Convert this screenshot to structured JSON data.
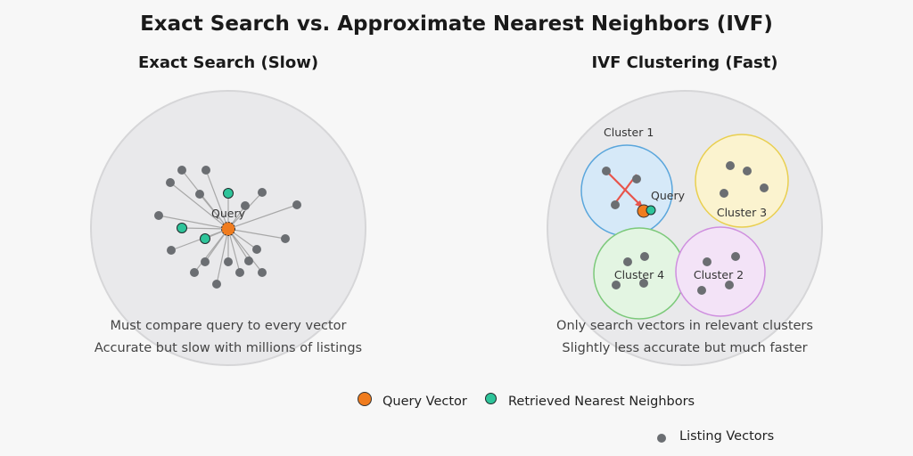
{
  "title": "Exact Search vs. Approximate Nearest Neighbors (IVF)",
  "left_panel": {
    "title": "Exact Search (Slow)",
    "query_label": "Query",
    "description": [
      "Must compare query to every vector",
      "Accurate but slow with millions of listings"
    ]
  },
  "right_panel": {
    "title": "IVF Clustering (Fast)",
    "query_label": "Query",
    "clusters": [
      {
        "label": "Cluster 1",
        "fill": "#d6e9f8",
        "stroke": "#5aa6dc"
      },
      {
        "label": "Cluster 2",
        "fill": "#f3e3f7",
        "stroke": "#cf8fdf"
      },
      {
        "label": "Cluster 3",
        "fill": "#fbf3cf",
        "stroke": "#e9cf4f"
      },
      {
        "label": "Cluster 4",
        "fill": "#e3f5e2",
        "stroke": "#7cc97a"
      }
    ],
    "description": [
      "Only search vectors in relevant clusters",
      "Slightly less accurate but much faster"
    ]
  },
  "legend": {
    "query_vector": "Query Vector",
    "retrieved": "Retrieved Nearest Neighbors",
    "listing": "Listing Vectors"
  },
  "colors": {
    "query": "#f07c1e",
    "retrieved": "#2ec49a",
    "listing": "#6b6e72",
    "line": "#a8a8a8",
    "cross": "#e8554c",
    "panel_bg": "#e9e9eb",
    "panel_border": "#d6d6d8"
  }
}
